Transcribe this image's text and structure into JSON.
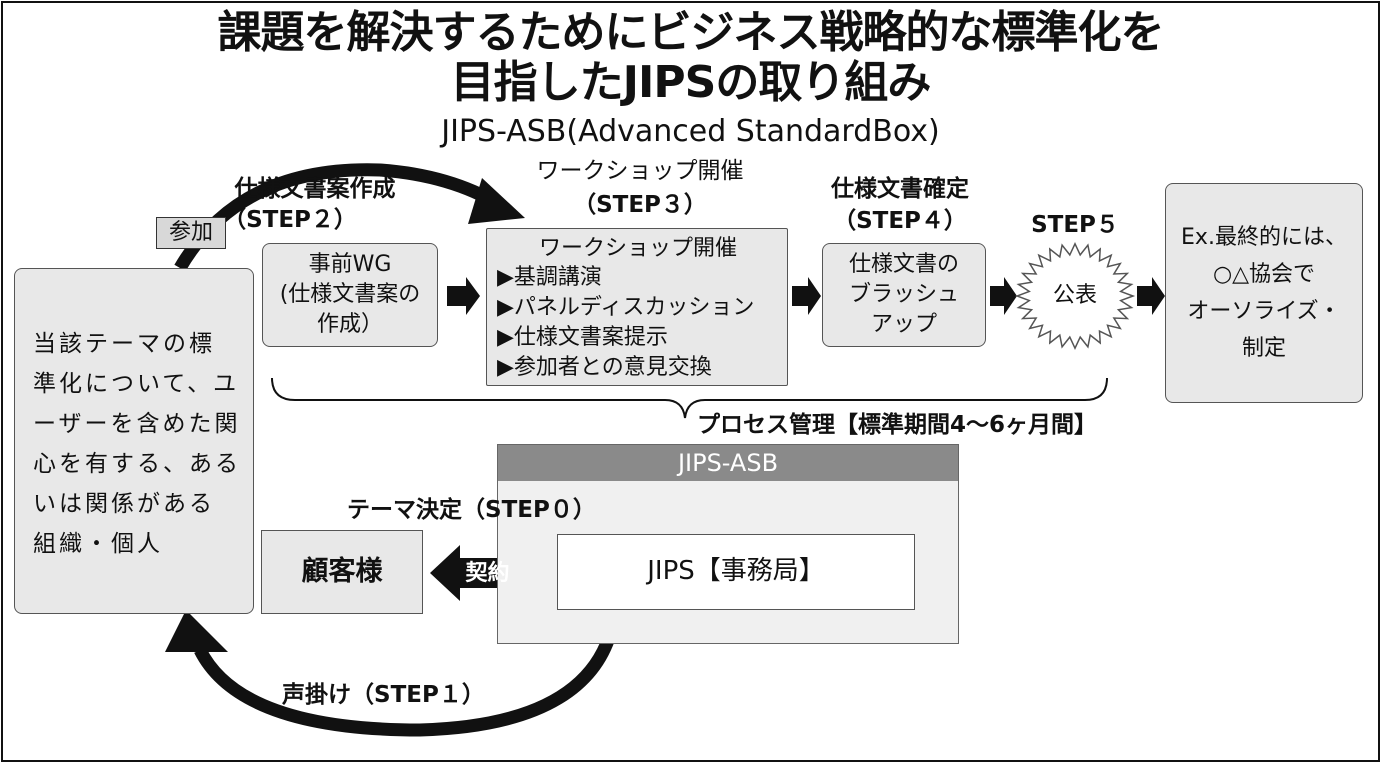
{
  "title": {
    "line1": "課題を解決するためにビジネス戦略的な標準化を",
    "line2": "目指したJIPSの取り組み"
  },
  "subtitle": "JIPS-ASB(Advanced StandardBox)",
  "participants": {
    "lines": [
      "当該テーマの標",
      "準化について、ユ",
      "ーザーを含めた関",
      "心を有する、ある",
      "いは関係がある",
      "組織・個人"
    ]
  },
  "badge_sanka": "参加",
  "step2": {
    "label1": "仕様文書案作成",
    "label2": "（STEP２）",
    "box_line1": "事前WG",
    "box_line2": "(仕様文書案の",
    "box_line3": "作成）"
  },
  "step3": {
    "label1": "ワークショップ開催",
    "label2": "（STEP３）",
    "box_title": "ワークショップ開催",
    "items": [
      "▶基調講演",
      "▶パネルディスカッション",
      "▶仕様文書案提示",
      "▶参加者との意見交換"
    ]
  },
  "step4": {
    "label1": "仕様文書確定",
    "label2": "（STEP４）",
    "box_line1": "仕様文書の",
    "box_line2": "ブラッシュ",
    "box_line3": "アップ"
  },
  "step5": {
    "label": "STEP５",
    "burst_text": "公表"
  },
  "final": {
    "lines": [
      "Ex.最終的には、",
      "○△協会で",
      "オーソライズ・",
      "制定"
    ]
  },
  "process_label": "プロセス管理【標準期間4～6ヶ月間】",
  "asb": {
    "header": "JIPS-ASB",
    "theme_label": "テーマ決定（STEP０）",
    "jips_box": "JIPS【事務局】"
  },
  "customer": "顧客様",
  "contract": "契約",
  "step1_label": "声掛け（STEP１）",
  "colors": {
    "box_fill": "#e8e8e8",
    "asb_header": "#8a8a8a",
    "arrow": "#111111"
  }
}
